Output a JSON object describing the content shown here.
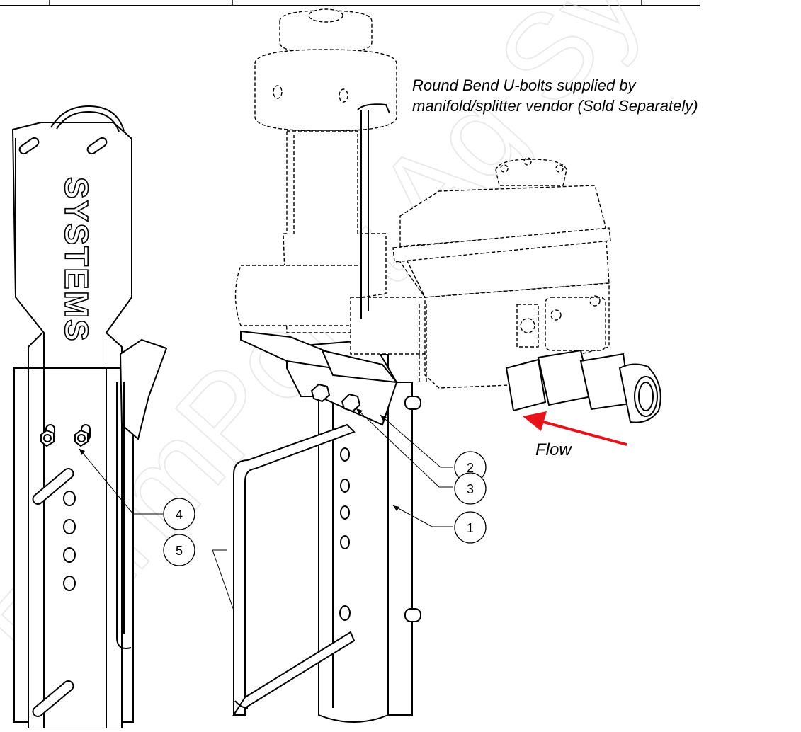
{
  "note": {
    "line1": "Round Bend U-bolts supplied by",
    "line2": "manifold/splitter vendor (Sold Separately)"
  },
  "flow_label": "Flow",
  "plate_text": "SYSTEMS",
  "balloons": [
    {
      "num": "1"
    },
    {
      "num": "2"
    },
    {
      "num": "3"
    },
    {
      "num": "4"
    },
    {
      "num": "5"
    }
  ],
  "watermark": "FarmPoint Ag Systems",
  "colors": {
    "line": "#000000",
    "flow_arrow": "#e8121b",
    "watermark": "#d9d9d9"
  }
}
